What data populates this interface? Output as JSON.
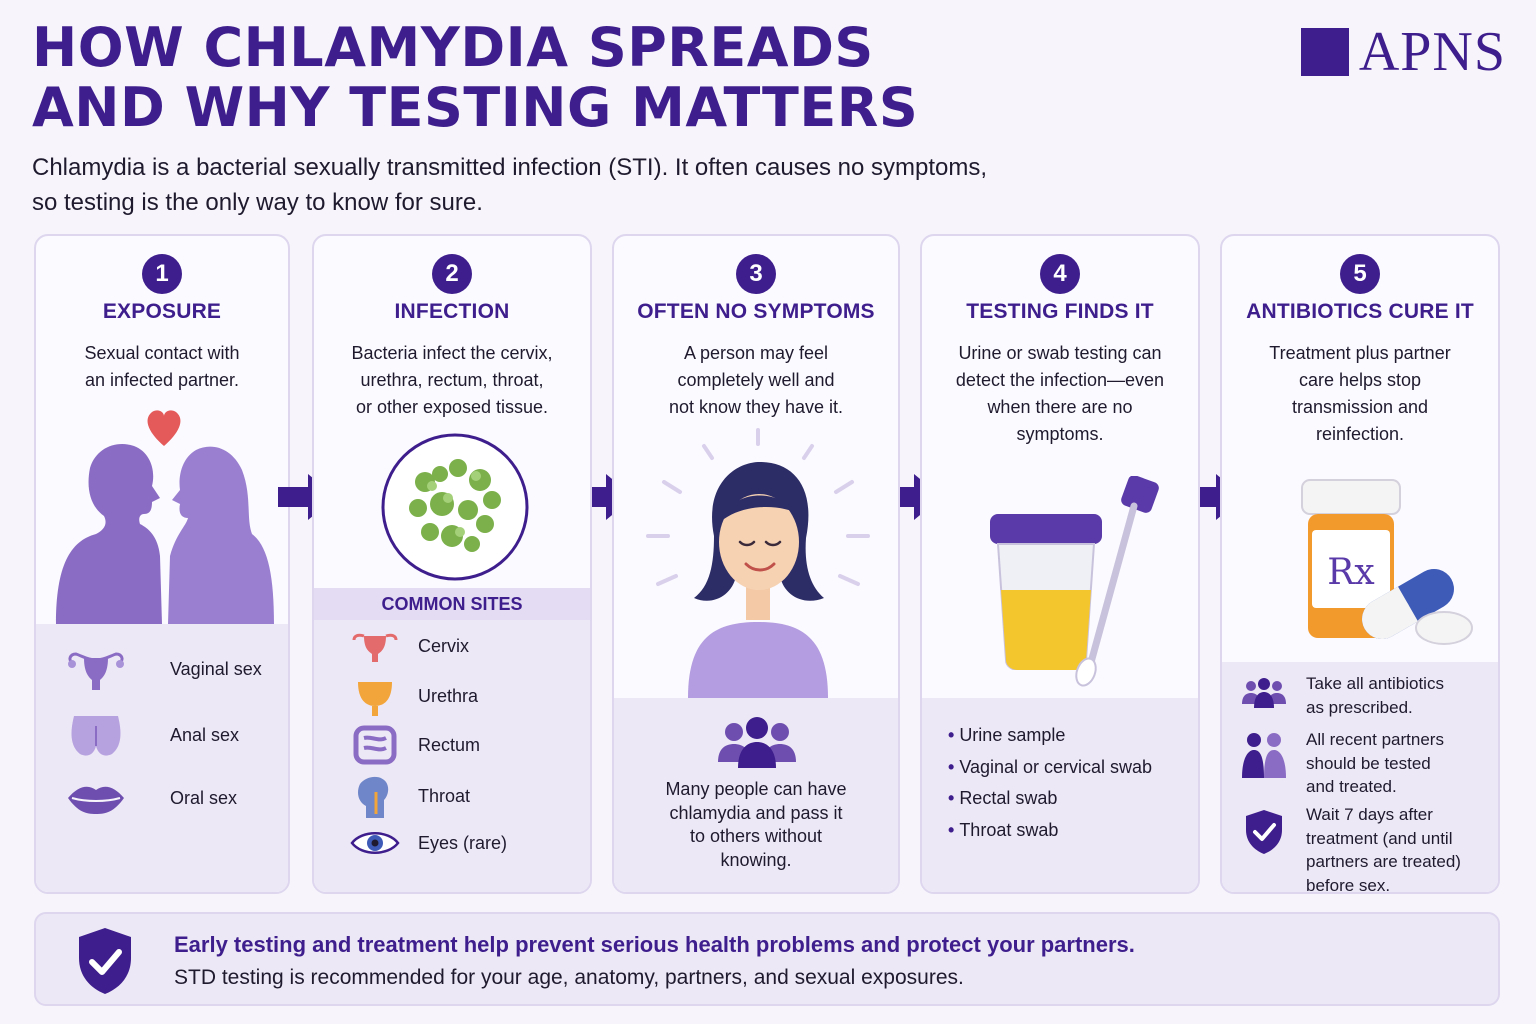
{
  "header": {
    "title_line1": "HOW CHLAMYDIA SPREADS",
    "title_line2": "AND WHY TESTING MATTERS",
    "logo": "APNS",
    "intro_line1": "Chlamydia is a bacterial sexually transmitted infection (STI). It often causes no symptoms,",
    "intro_line2": "so testing is the only way to know for sure."
  },
  "steps": [
    {
      "number": "1",
      "title": "EXPOSURE",
      "desc": [
        "Sexual contact with",
        "an infected partner."
      ],
      "items": [
        "Vaginal sex",
        "Anal sex",
        "Oral sex"
      ]
    },
    {
      "number": "2",
      "title": "INFECTION",
      "desc": [
        "Bacteria infect the cervix,",
        "urethra, rectum, throat,",
        "or other exposed tissue."
      ],
      "sites_heading": "COMMON SITES",
      "items": [
        "Cervix",
        "Urethra",
        "Rectum",
        "Throat",
        "Eyes (rare)"
      ]
    },
    {
      "number": "3",
      "title": "OFTEN NO SYMPTOMS",
      "desc": [
        "A person may feel",
        "completely well and",
        "not know they have it."
      ],
      "note": [
        "Many people can have",
        "chlamydia and pass it",
        "to others without",
        "knowing."
      ]
    },
    {
      "number": "4",
      "title": "TESTING FINDS IT",
      "desc": [
        "Urine or swab testing can",
        "detect the infection—even",
        "when there are no",
        "symptoms."
      ],
      "items": [
        "Urine sample",
        "Vaginal or cervical swab",
        "Rectal swab",
        "Throat swab"
      ]
    },
    {
      "number": "5",
      "title": "ANTIBIOTICS CURE IT",
      "desc": [
        "Treatment plus partner",
        "care helps stop",
        "transmission and",
        "reinfection."
      ],
      "rx_label": "Rx",
      "items": [
        [
          "Take all antibiotics",
          "as prescribed."
        ],
        [
          "All recent partners",
          "should be tested",
          "and treated."
        ],
        [
          "Wait 7 days after",
          "treatment (and until",
          "partners are treated)",
          "before sex."
        ]
      ]
    }
  ],
  "banner": {
    "bold": "Early testing and treatment help prevent serious health problems and protect your partners.",
    "text": "STD testing is recommended for your age, anatomy, partners, and sexual exposures."
  },
  "colors": {
    "brand": "#3e1e8c",
    "panel": "#ede8f6",
    "figure": "#8b6cc4",
    "accent_red": "#e45a5a"
  }
}
